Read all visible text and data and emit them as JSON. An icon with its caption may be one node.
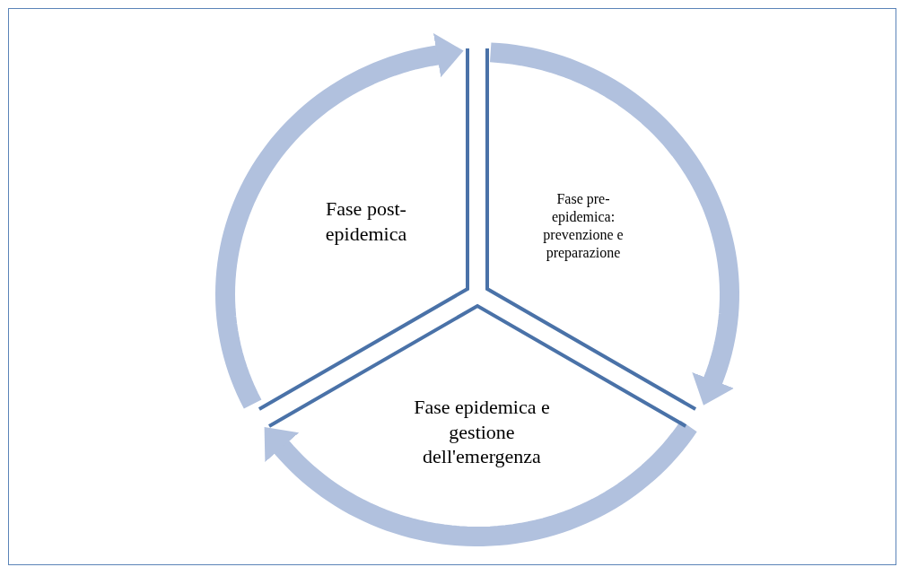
{
  "diagram": {
    "nodes": [
      {
        "text": [
          "Fase pre-epidemica: prevenzione e preparazione"
        ]
      },
      {
        "text": [
          "Fase epidemica e gestione dell'emergenza"
        ]
      },
      {
        "text": [
          "Fase post-epidemica"
        ]
      }
    ],
    "edges": [
      {
        "from": 0,
        "to": 1,
        "arrow": "to"
      },
      {
        "from": 1,
        "to": 2,
        "arrow": "to"
      },
      {
        "from": 2,
        "to": 0,
        "arrow": "to"
      }
    ]
  }
}
